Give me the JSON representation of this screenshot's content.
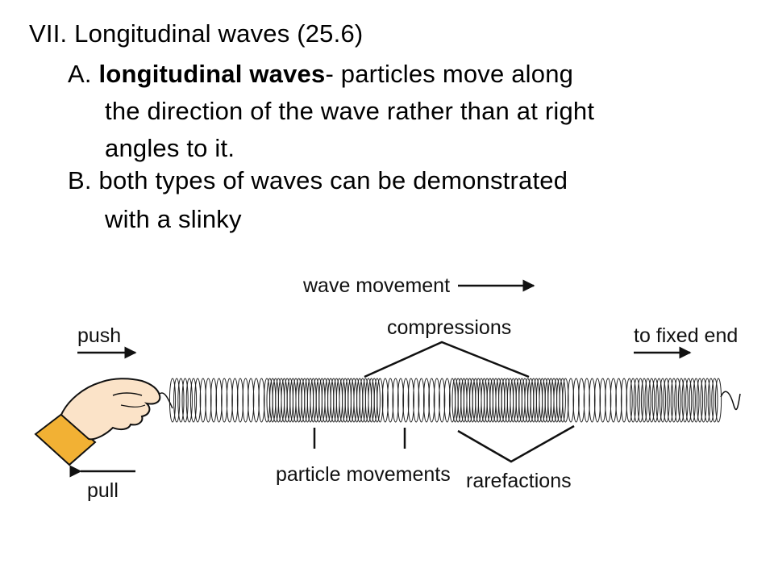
{
  "slide": {
    "heading": "VII. Longitudinal waves (25.6)",
    "item_a": {
      "prefix": "A. ",
      "term": "longitudinal waves",
      "rest_line1": "- particles move along",
      "line2": "the direction of the wave rather than at right",
      "line3": "angles to it."
    },
    "item_b": {
      "line1": "B. both types of waves can be demonstrated",
      "line2": "with a slinky"
    }
  },
  "diagram": {
    "labels": {
      "wave_movement": "wave movement",
      "compressions": "compressions",
      "push": "push",
      "to_fixed_end": "to fixed end",
      "particle_movements": "particle movements",
      "rarefactions": "rarefactions",
      "pull": "pull"
    },
    "colors": {
      "cuff": "#f2b134",
      "skin": "#fbe3c8",
      "ink": "#111111"
    }
  }
}
